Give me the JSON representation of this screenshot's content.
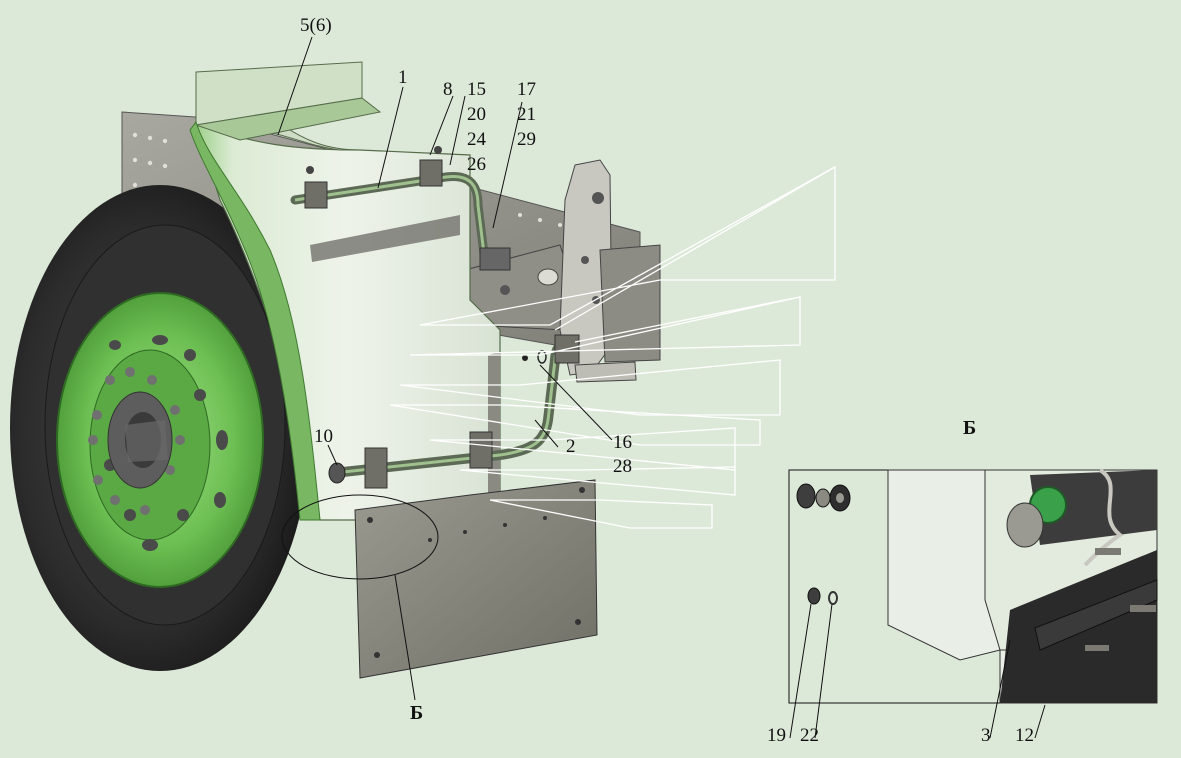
{
  "callouts": {
    "c_5_6": "5(6)",
    "c_1": "1",
    "c_8": "8",
    "c_15": "15",
    "c_20": "20",
    "c_24": "24",
    "c_26": "26",
    "c_17": "17",
    "c_21": "21",
    "c_29": "29",
    "c_10": "10",
    "c_2": "2",
    "c_16": "16",
    "c_28": "28",
    "c_b_main": "Б",
    "c_b_inset": "Б",
    "c_19": "19",
    "c_22": "22",
    "c_3": "3",
    "c_12": "12"
  },
  "colors": {
    "background": "#dde9d8",
    "wheel_rim": "#6fbf55",
    "fender": "#e6efe0",
    "tire": "#2a2a2a",
    "mudflap": "#8a8a80",
    "bracket_panel": "#9a9a92"
  }
}
